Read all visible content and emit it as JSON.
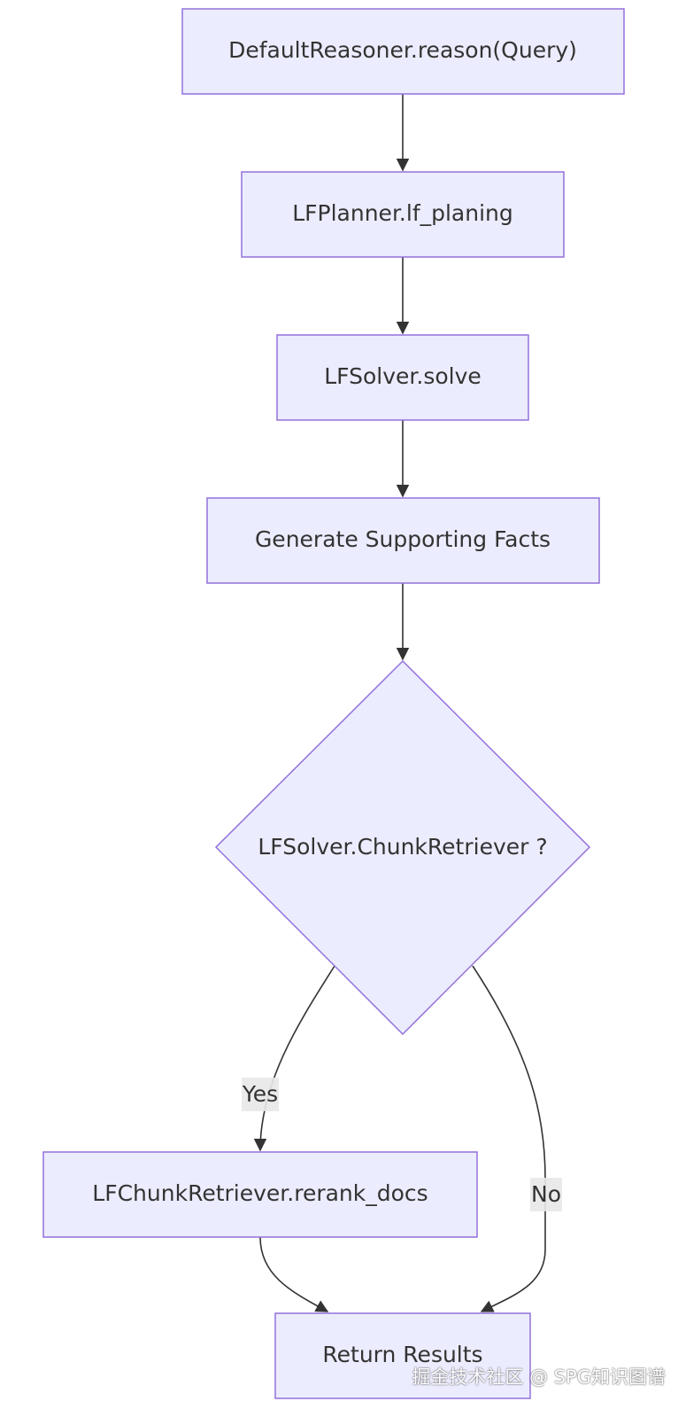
{
  "nodes": {
    "default_reasoner": "DefaultReasoner.reason(Query)",
    "lf_planner": "LFPlanner.lf_planing",
    "lf_solver": "LFSolver.solve",
    "generate_facts": "Generate Supporting Facts",
    "decision": "LFSolver.ChunkRetriever ?",
    "rerank_docs": "LFChunkRetriever.rerank_docs",
    "return_results": "Return Results"
  },
  "edges": {
    "yes_label": "Yes",
    "no_label": "No"
  },
  "watermark": {
    "text": "掘金技术社区 @ SPG知识图谱"
  },
  "colors": {
    "node_fill": "#ececff",
    "node_stroke": "#9370db",
    "edge_stroke": "#333333",
    "text": "#333333"
  }
}
